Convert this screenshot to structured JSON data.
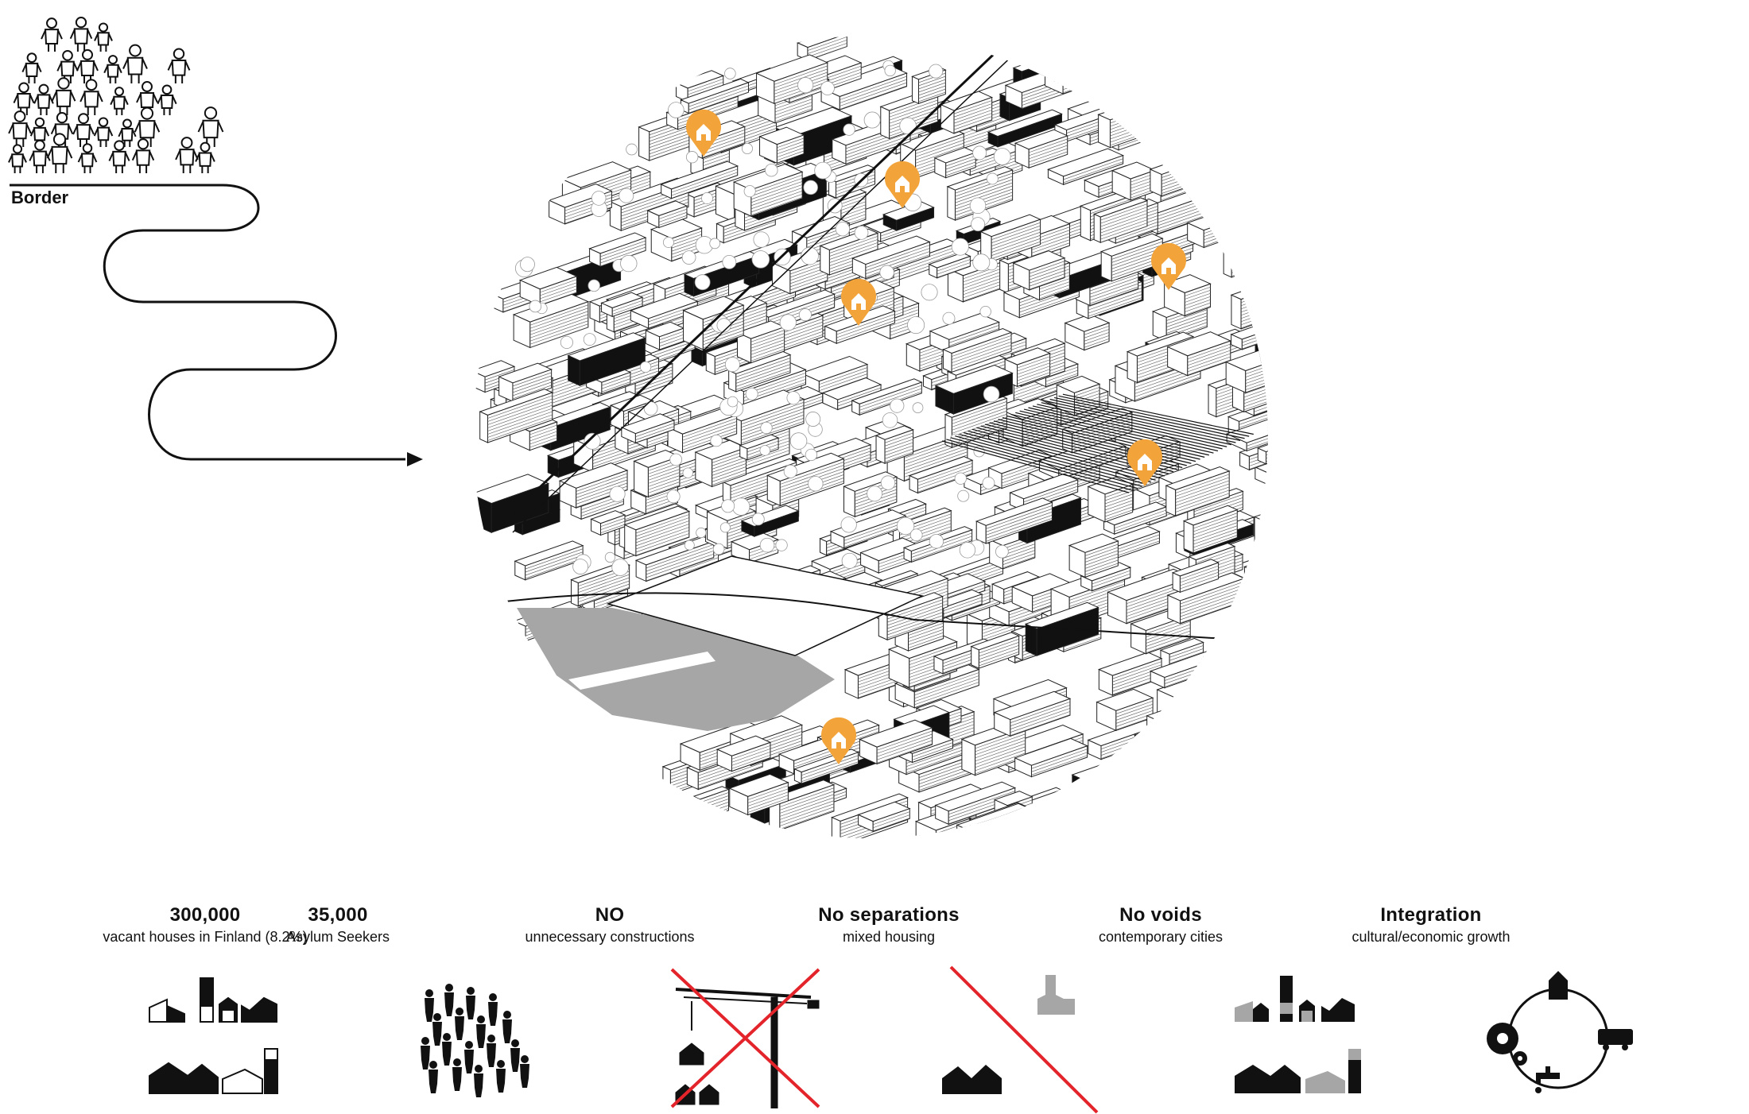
{
  "flow": {
    "border_label": "Border"
  },
  "map": {
    "pin_icon": "house-pin-icon",
    "pin_color": "#f2a43a",
    "building_highlight": "#111111",
    "water_color": "#a6a6a6"
  },
  "facts": [
    {
      "head": "300,000",
      "sub": "vacant houses in Finland (8.2%)",
      "icon": "vacant-houses-icon"
    },
    {
      "head": "35,000",
      "sub": "Asylum Seekers",
      "icon": "crowd-icon"
    },
    {
      "head": "NO",
      "sub": "unnecessary constructions",
      "icon": "crossed-crane-icon"
    },
    {
      "head": "No separations",
      "sub": "mixed housing",
      "icon": "separated-housing-icon"
    },
    {
      "head": "No voids",
      "sub": "contemporary cities",
      "icon": "filled-city-icon"
    },
    {
      "head": "Integration",
      "sub": "cultural/economic growth",
      "icon": "integration-cycle-icon"
    }
  ],
  "colors": {
    "cross_red": "#e3242b",
    "grey_building": "#a6a6a6"
  }
}
